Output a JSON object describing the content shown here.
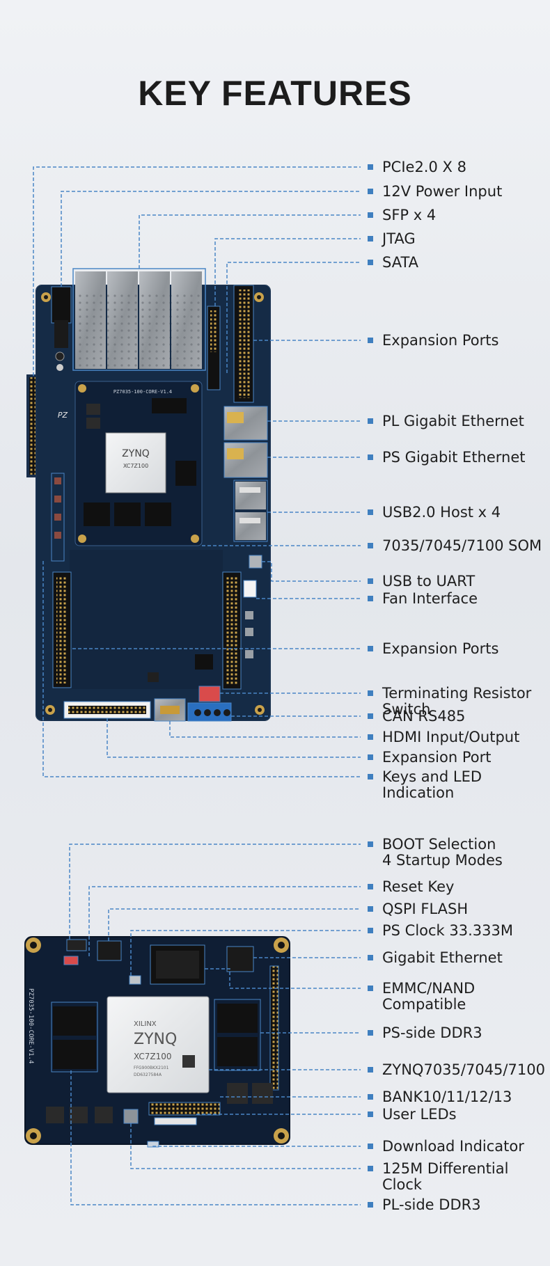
{
  "title": "KEY FEATURES",
  "colors": {
    "callout_line": "#4a86c6",
    "bullet": "#3f7fbf",
    "pcb": "#152b46",
    "pcb_dark": "#0f1f36",
    "gold": "#caa043"
  },
  "board_labels": [
    {
      "text": "PCIe2.0 X 8"
    },
    {
      "text": "12V Power Input"
    },
    {
      "text": "SFP x 4"
    },
    {
      "text": "JTAG"
    },
    {
      "text": "SATA"
    },
    {
      "text": "Expansion Ports"
    },
    {
      "text": "PL Gigabit Ethernet"
    },
    {
      "text": "PS Gigabit Ethernet"
    },
    {
      "text": "USB2.0 Host x 4"
    },
    {
      "text": "7035/7045/7100 SOM"
    },
    {
      "text": "USB to UART"
    },
    {
      "text": "Fan Interface"
    },
    {
      "text": "Expansion Ports"
    },
    {
      "text": "Terminating Resistor",
      "text2": "Switch"
    },
    {
      "text": "CAN RS485"
    },
    {
      "text": "HDMI Input/Output"
    },
    {
      "text": "Expansion Port"
    },
    {
      "text": "Keys and LED",
      "text2": "Indication"
    }
  ],
  "som_labels": [
    {
      "text": "BOOT Selection",
      "text2": "4 Startup Modes"
    },
    {
      "text": "Reset Key"
    },
    {
      "text": "QSPI FLASH"
    },
    {
      "text": "PS Clock 33.333M"
    },
    {
      "text": "Gigabit Ethernet"
    },
    {
      "text": "EMMC/NAND",
      "text2": "Compatible"
    },
    {
      "text": "PS-side DDR3"
    },
    {
      "text": "ZYNQ7035/7045/7100"
    },
    {
      "text": "BANK10/11/12/13"
    },
    {
      "text": "User LEDs"
    },
    {
      "text": "Download Indicator"
    },
    {
      "text": "125M Differential",
      "text2": "Clock"
    },
    {
      "text": "PL-side DDR3"
    }
  ],
  "chip_main": {
    "brand": "ZYNQ",
    "model": "XC7Z100"
  },
  "chip_som": {
    "vendor": "XILINX",
    "brand": "ZYNQ",
    "model": "XC7Z100",
    "code1": "FFG900BKX2101",
    "code2": "DD6327584A"
  },
  "silk": {
    "board": "PZ7035-100-CORE-V1.4",
    "som": "PZ7035-100-CORE-V1.4",
    "logo": "PZ"
  }
}
